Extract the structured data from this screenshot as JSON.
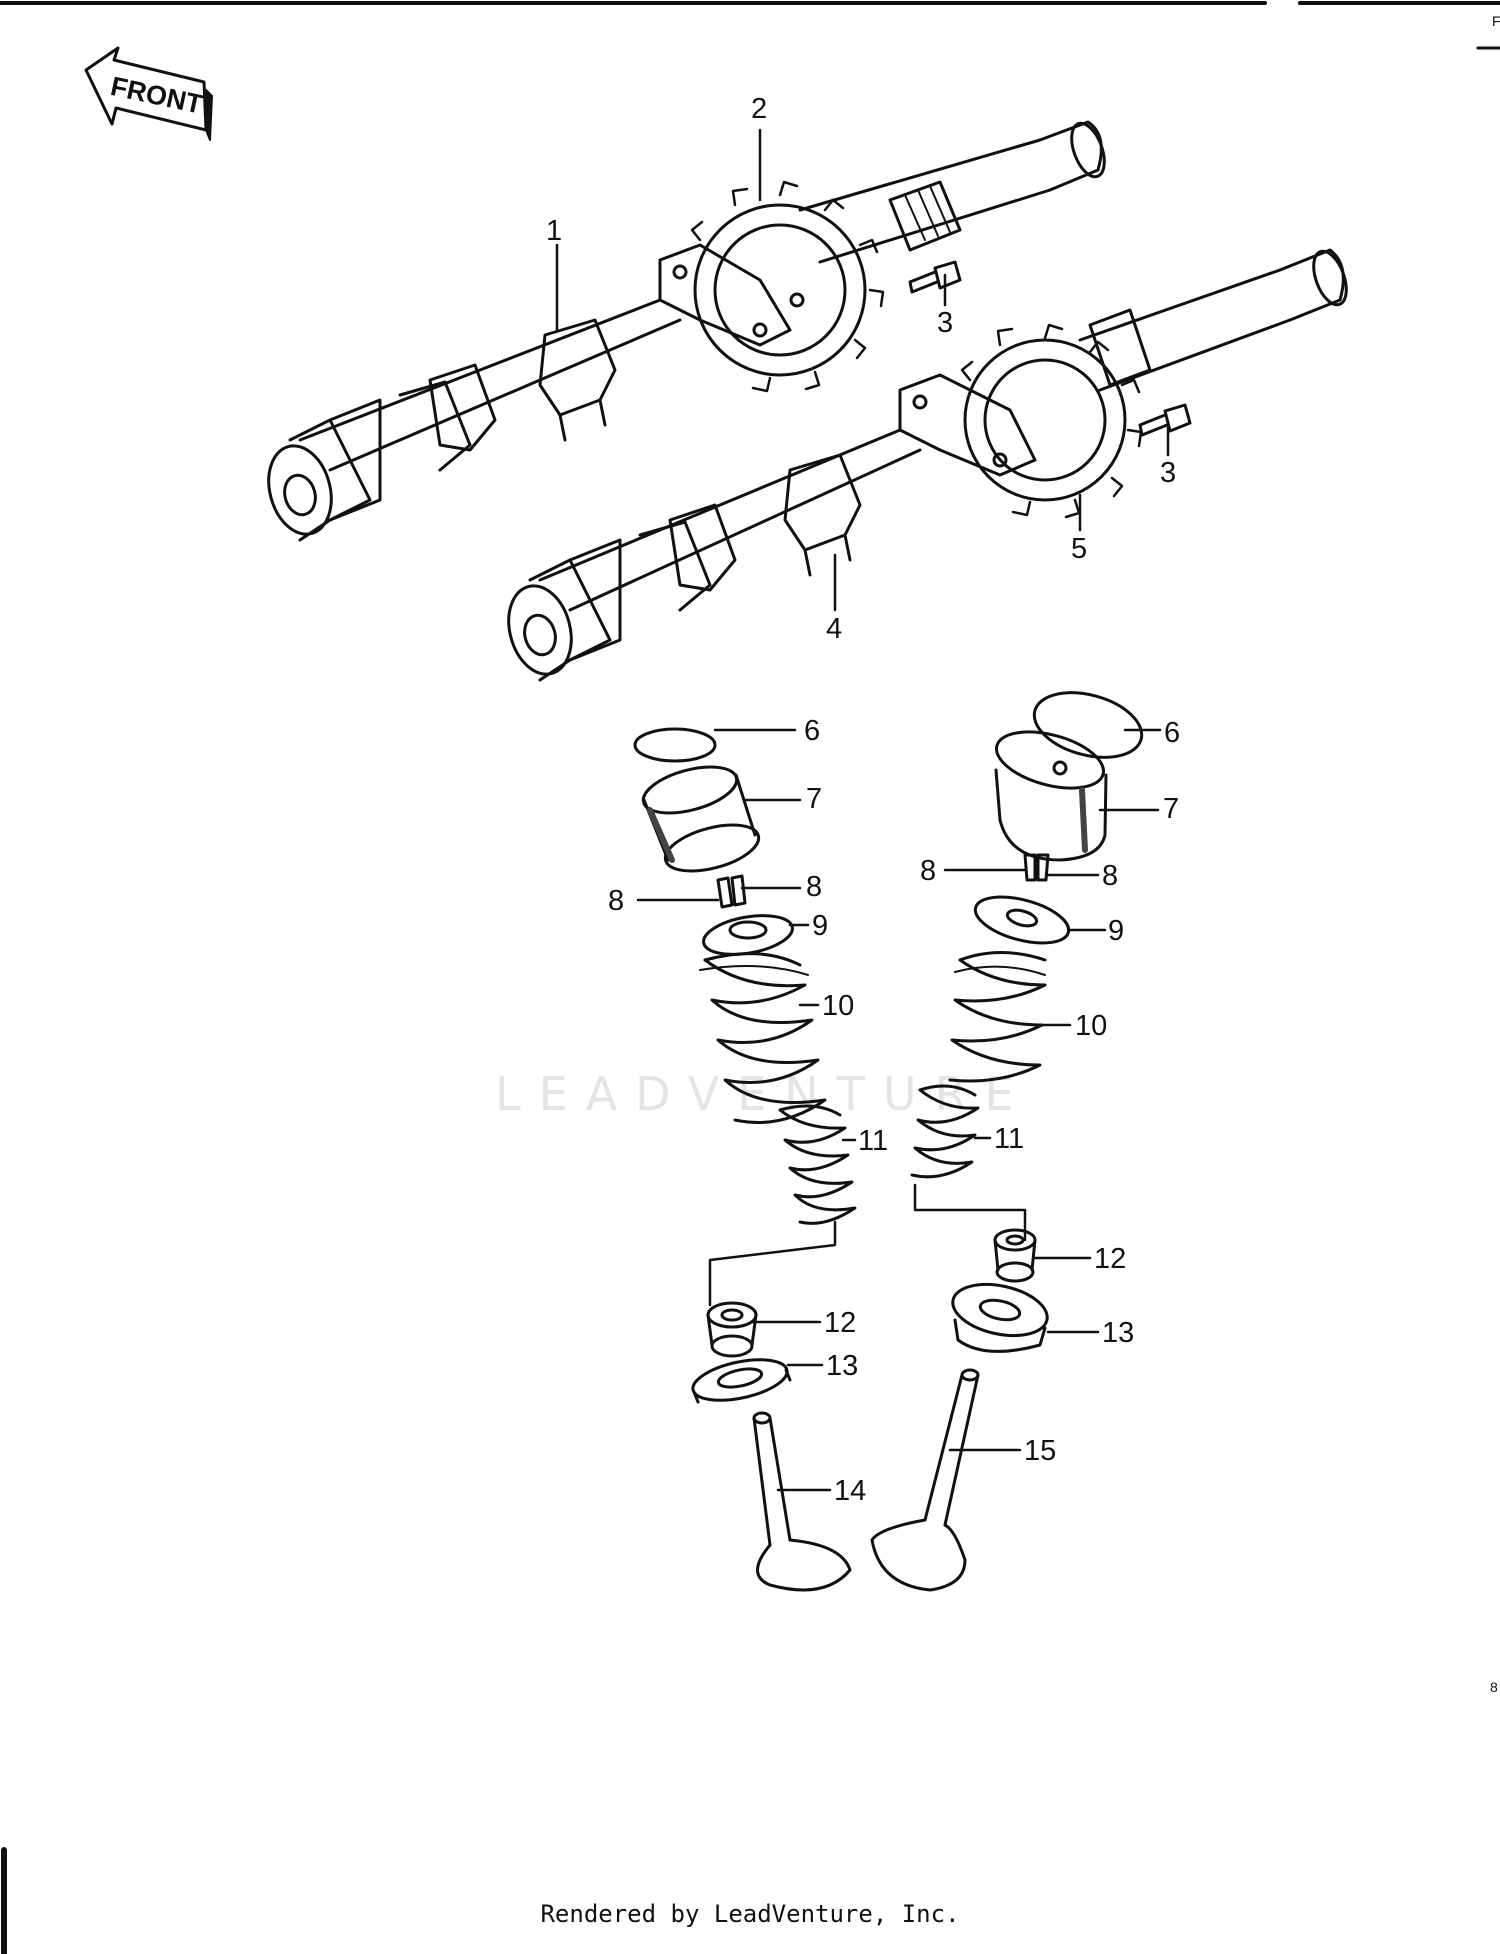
{
  "diagram": {
    "front_label": "FRONT",
    "watermark": "LEADVENTURE",
    "footer": "Rendered by LeadVenture, Inc.",
    "edge_marks": [
      "F",
      "8"
    ],
    "callouts": [
      "1",
      "2",
      "3",
      "3",
      "4",
      "5",
      "6",
      "6",
      "7",
      "7",
      "8",
      "8",
      "8",
      "8",
      "9",
      "9",
      "10",
      "10",
      "11",
      "11",
      "12",
      "12",
      "13",
      "13",
      "14",
      "15"
    ]
  }
}
